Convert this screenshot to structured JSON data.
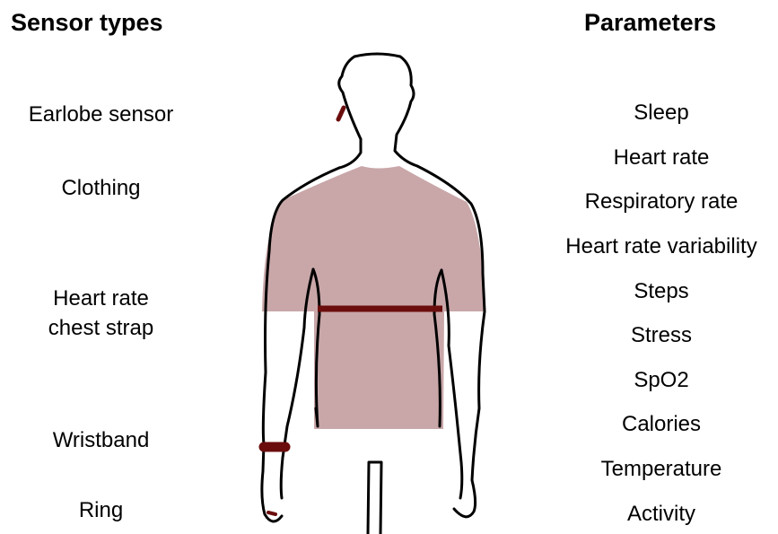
{
  "sensor_heading": "Sensor types",
  "parameters_heading": "Parameters",
  "sensor_types": [
    "Earlobe sensor",
    "Clothing",
    "Heart rate\nchest strap",
    "Wristband",
    "Ring"
  ],
  "parameters": [
    "Sleep",
    "Heart rate",
    "Respiratory rate",
    "Heart rate variability",
    "Steps",
    "Stress",
    "SpO2",
    "Calories",
    "Temperature",
    "Activity"
  ],
  "colors": {
    "shirt": "#c9a7a9",
    "sensor": "#6b0d0d",
    "outline": "#000000"
  }
}
